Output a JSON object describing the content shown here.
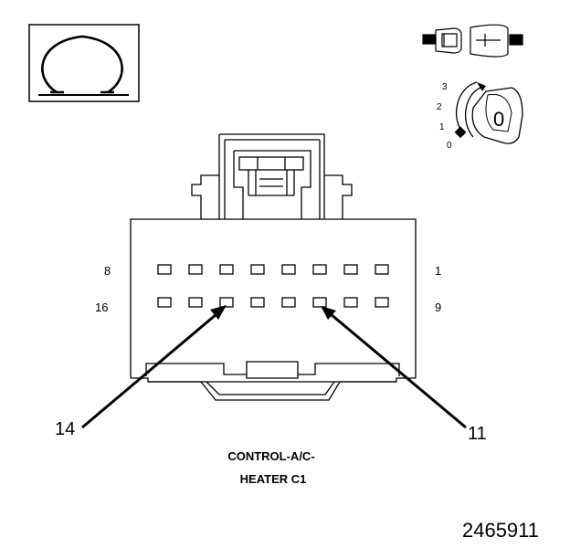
{
  "connector": {
    "title_line1": "CONTROL-A/C-",
    "title_line2": "HEATER C1",
    "row_labels": {
      "top_left": "8",
      "top_right": "1",
      "bottom_left": "16",
      "bottom_right": "9"
    },
    "callouts": [
      {
        "label": "14"
      },
      {
        "label": "11"
      }
    ]
  },
  "key_switch": {
    "positions": [
      "3",
      "2",
      "1",
      "0"
    ],
    "key_label": "0"
  },
  "figure_id": "2465911",
  "icons": {
    "ohm_symbol": "ohmmeter-icon",
    "probe": "test-probe-icon",
    "ignition": "ignition-key-icon"
  }
}
